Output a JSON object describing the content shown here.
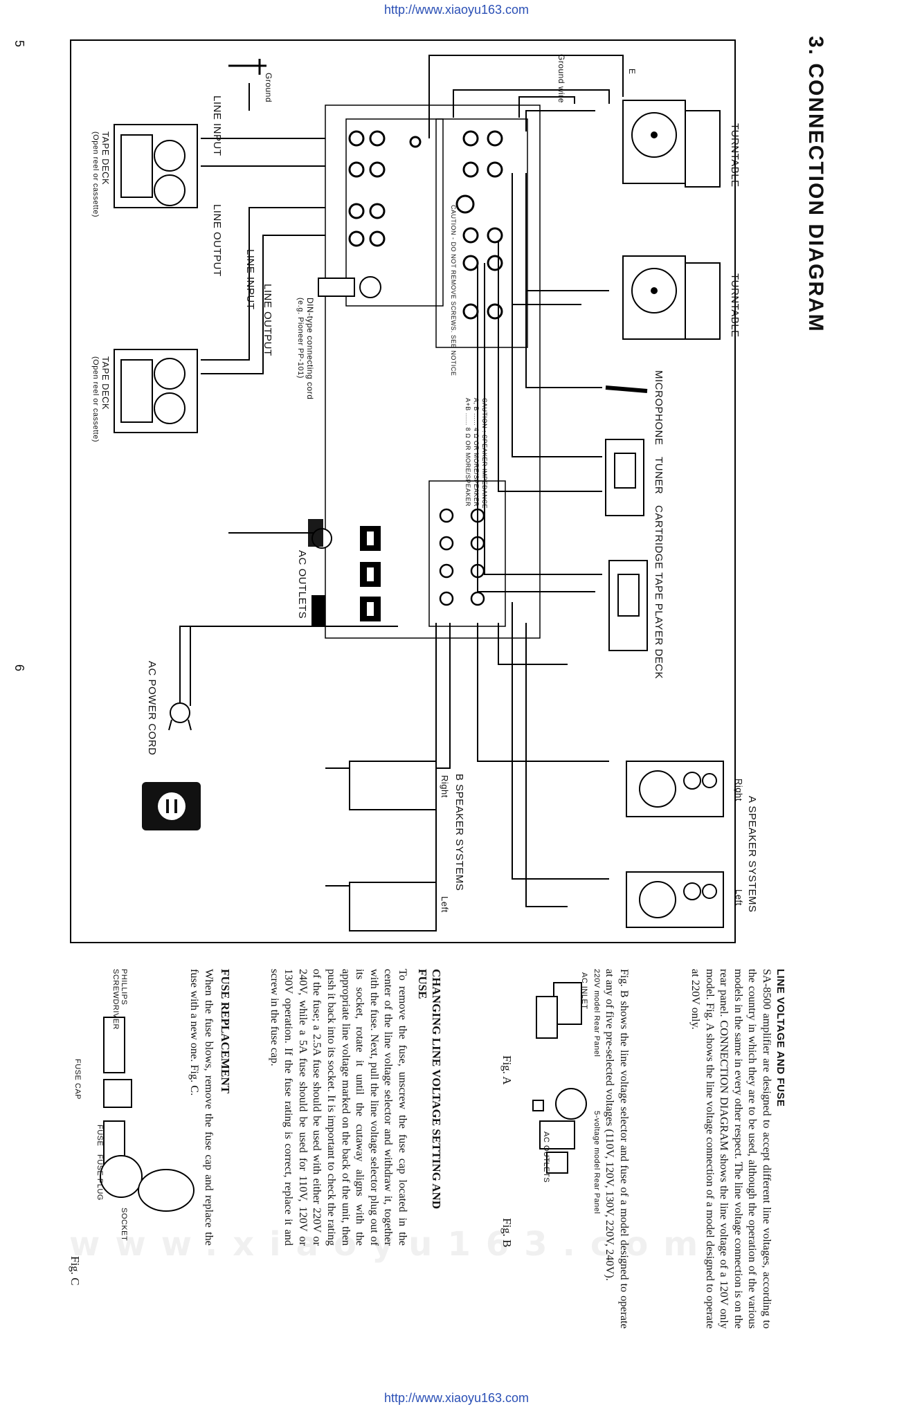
{
  "header_url": "http://www.xiaoyu163.com",
  "footer_url": "http://www.xiaoyu163.com",
  "page_numbers": {
    "left": "5",
    "right": "6"
  },
  "section_title": "3. CONNECTION DIAGRAM",
  "watermark": "www.xiaoyu163.com",
  "diagram": {
    "ground_wire": "Ground wire",
    "ground": "Ground",
    "turntable1": "TURNTABLE",
    "turntable2": "TURNTABLE",
    "microphone": "MICROPHONE",
    "tuner": "TUNER",
    "cartridge": "CARTRIDGE TAPE PLAYER DECK",
    "line_input_1": "LINE INPUT",
    "line_output_1": "LINE OUTPUT",
    "tape_deck_1": "TAPE DECK",
    "tape_deck_1_sub": "(Open reel or cassette)",
    "line_input_2": "LINE INPUT",
    "line_output_2": "LINE OUTPUT",
    "tape_deck_2": "TAPE DECK",
    "tape_deck_2_sub": "(Open reel or cassette)",
    "din_cord": "DIN-type connecting cord",
    "din_cord_sub": "(e.g. Pioneer PP-101)",
    "ac_outlets": "AC OUTLETS",
    "ac_power_cord": "AC POWER CORD",
    "a_speakers": "A SPEAKER SYSTEMS",
    "b_speakers": "B SPEAKER SYSTEMS",
    "right": "Right",
    "left": "Left",
    "caution": "CAUTION - DO NOT REMOVE SCREWS. SEE NOTICE",
    "speaker_caution": "CAUTION : SPEAKER IMPEDANCE",
    "speaker_a": "A, B ...... 4 Ω OR MORE/SPEAKER",
    "speaker_ab": "A+B ...... 8 Ω OR MORE/SPEAKER",
    "e_label": "E"
  },
  "line_voltage": {
    "heading": "LINE VOLTAGE AND FUSE",
    "body": "SA-8500 amplifier are designed to accept different line voltages, according to the country in which they are to be used, although the operation of the various models in the same in every other respect. The line voltage connection is on the rear panel. CONNECTION DIAGRAM shows the line voltage of a 120V only model. Fig. A shows the line voltage connection of a model designed to operate at 220V only.",
    "body2": "Fig. B shows the line voltage selector and fuse of a model designed to operate at any of five pre-selected voltages (110V, 120V, 130V, 220V, 240V).",
    "fig_a_caption": "220V model Rear Panel",
    "fig_a_label": "AC INLET",
    "fig_a": "Fig. A",
    "fig_b_caption": "5-voltage model Rear Panel",
    "fig_b_label": "AC OUTLETS",
    "fig_b": "Fig. B"
  },
  "changing": {
    "heading": "CHANGING LINE VOLTAGE SETTING AND FUSE",
    "body": "To remove the fuse, unscrew the fuse cap located in the center of the line voltage selector and withdraw it, together with the fuse. Next, pull the line voltage selector plug out of its socket, rotate it until the cutaway aligns with the appropriate line voltage marked on the back of the unit, then push it back into its socket. It is important to check the rating of the fuse; a 2.5A fuse should be used with either 220V or 240V, while a 5A fuse should be used for 110V, 120V or 130V operation. If the fuse rating is correct, replace it and screw in the fuse cap."
  },
  "fuse_replacement": {
    "heading": "FUSE REPLACEMENT",
    "body": "When the fuse blows, remove the fuse cap and replace the fuse with a new one. Fig. C.",
    "screwdriver": "PHILLIPS SCREWDRIVER",
    "fuse_cap": "FUSE CAP",
    "fuse": "FUSE",
    "fuse_plug": "FUSE PLUG",
    "socket": "SOCKET",
    "fig_c": "Fig. C"
  }
}
